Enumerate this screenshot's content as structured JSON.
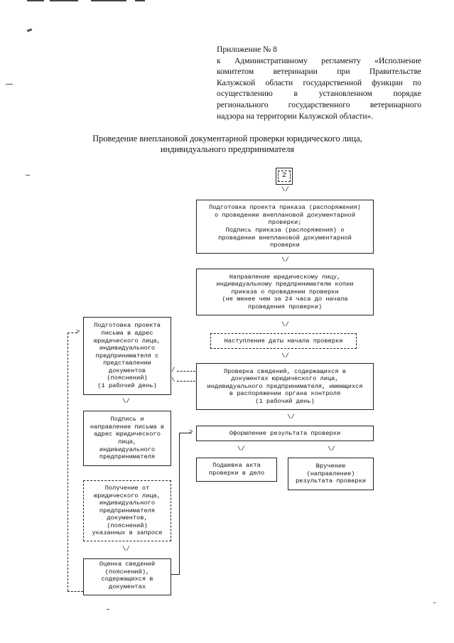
{
  "annex": {
    "line1": "Приложение № 8",
    "line2": "к Административному регламенту «Исполнение",
    "line3": "комитетом ветеринарии при Правительстве",
    "line4": "Калужской области государственной функции по",
    "line5": "осуществлению в установленном порядке",
    "line6": "регионального государственного ветеринарного",
    "line7": "надзора на территории Калужской области»."
  },
  "title": {
    "line1": "Проведение внеплановой документарной проверки юридического лица,",
    "line2": "индивидуального предпринимателя"
  },
  "flow": {
    "start": "2",
    "b1": "Подготовка проекта приказа (распоряжения)\nо проведении внеплановой документарной\nпроверки;\nПодпись приказа (распоряжения) о\nпроведении внеплановой документарной\nпроверки",
    "b2": "Направление юридическому лицу,\nиндивидуальному предпринимателю копии\nприказа о проведении проверки\n(не менее чем за 24 часа до начала\nпроведения проверки)",
    "b3": "Наступление даты начала проверки",
    "b4": "Проверка сведений, содержащихся в\nдокументах юридического лица,\nиндивидуального предпринимателя, имеющихся\nв распоряжении органа контроля\n(1 рабочий день)",
    "b5": "Оформление результата проверки",
    "b6": "Подшивка акта\nпроверки в дело",
    "b7": "Вручение\n(направление)\nрезультата проверки",
    "l1": "Подготовка проекта\nписьма в адрес\nюридического лица,\nиндивидуального\nпредпринимателя с\nпредставлении\nдокументов\n(пояснений)\n(1 рабочий день)",
    "l2": "Подпись и\nнаправление письма в\nадрес юридического\nлица,\nиндивидуального\nпредпринимателя",
    "l3": "Получение от\nюридического лица,\nиндивидуального\nпредпринимателя\nдокументов,\n(пояснений)\nуказанных в запросе",
    "l4": "Оценка сведений\n(пояснений),\nсодержащихся в\nдокументах"
  }
}
